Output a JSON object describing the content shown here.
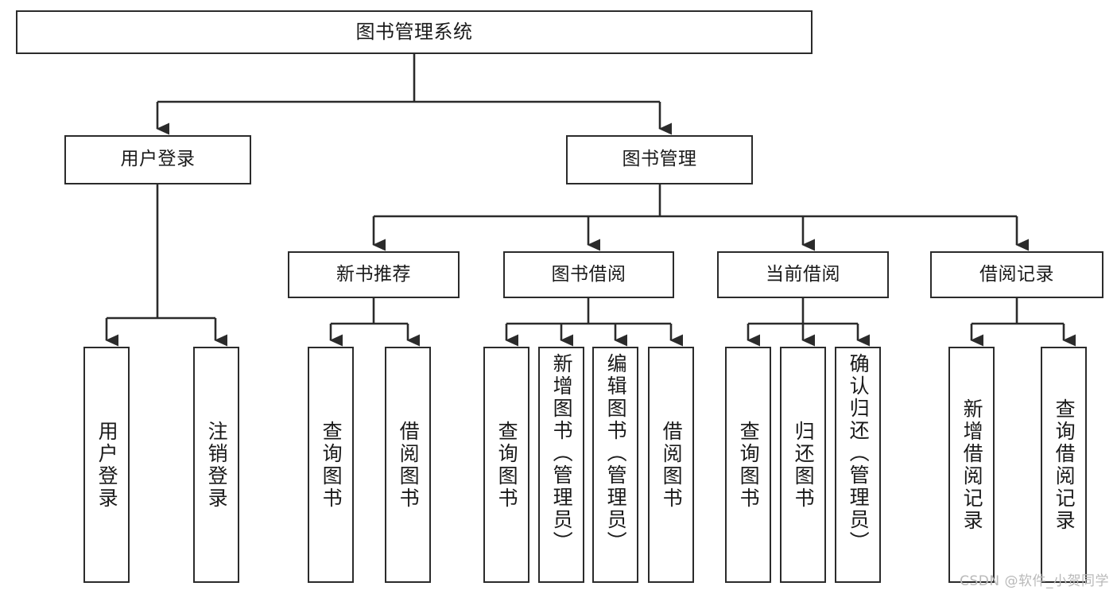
{
  "diagram": {
    "title": "图书管理系统",
    "type": "functional-decomposition-tree",
    "stroke_color": "#2b2b2b",
    "fill_color": "#ffffff",
    "text_color": "#1a1a1a"
  },
  "root": {
    "label": "图书管理系统"
  },
  "tier2": [
    {
      "label": "用户登录"
    },
    {
      "label": "图书管理"
    }
  ],
  "tier3": [
    {
      "label": "新书推荐"
    },
    {
      "label": "图书借阅"
    },
    {
      "label": "当前借阅"
    },
    {
      "label": "借阅记录"
    }
  ],
  "leaves": {
    "user_login": [
      {
        "label": "用户登录"
      },
      {
        "label": "注销登录"
      }
    ],
    "new_book_recommend": [
      {
        "label": "查询图书"
      },
      {
        "label": "借阅图书"
      }
    ],
    "book_borrow": [
      {
        "label": "查询图书"
      },
      {
        "label": "新增图书（管理员）"
      },
      {
        "label": "编辑图书（管理员）"
      },
      {
        "label": "借阅图书"
      }
    ],
    "current_borrow": [
      {
        "label": "查询图书"
      },
      {
        "label": "归还图书"
      },
      {
        "label": "确认归还（管理员）"
      }
    ],
    "borrow_record": [
      {
        "label": "新增借阅记录"
      },
      {
        "label": "查询借阅记录"
      }
    ]
  },
  "watermark": {
    "text": "CSDN @软件_小贺同学"
  }
}
